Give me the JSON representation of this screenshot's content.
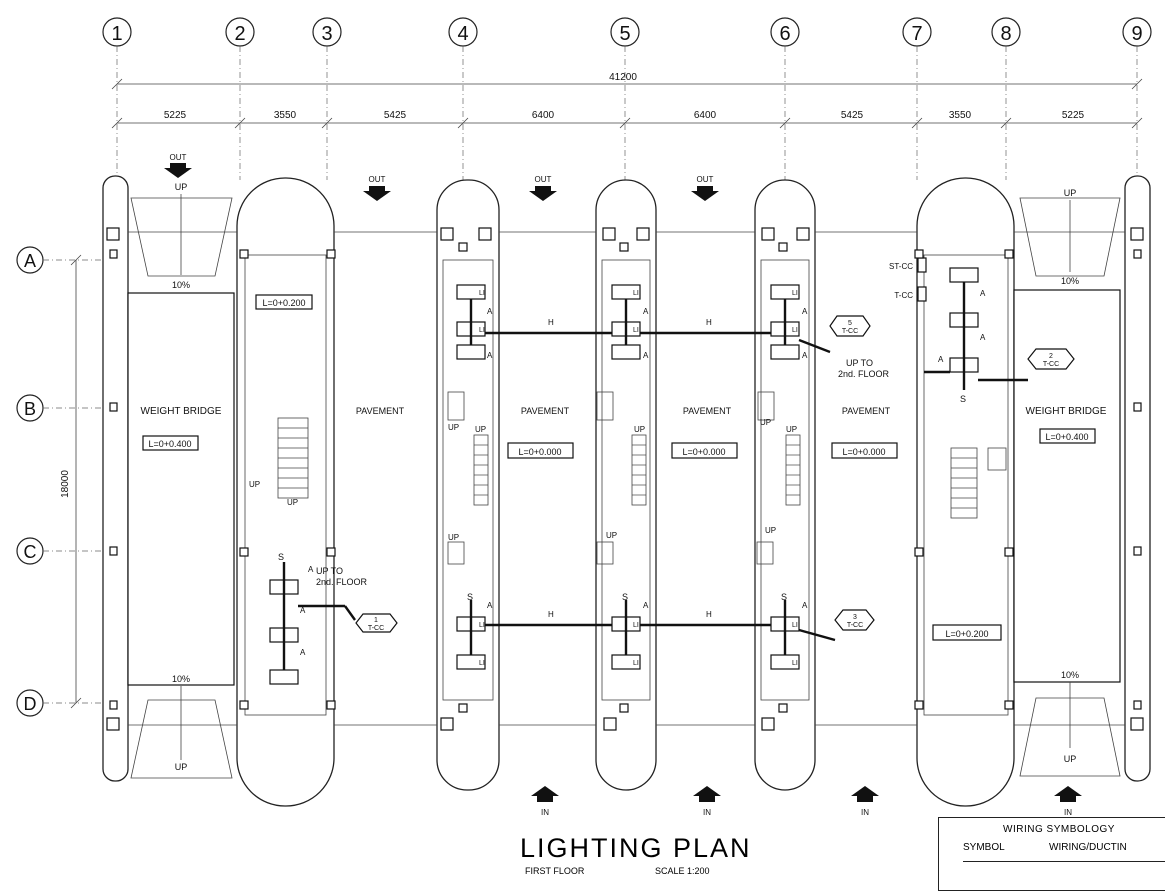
{
  "grid_columns": [
    "1",
    "2",
    "3",
    "4",
    "5",
    "6",
    "7",
    "8",
    "9"
  ],
  "grid_rows": [
    "A",
    "B",
    "C",
    "D"
  ],
  "overall_dimension": "41200",
  "bay_dimensions": [
    "5225",
    "3550",
    "5425",
    "6400",
    "6400",
    "5425",
    "3550",
    "5225"
  ],
  "vertical_dimension": "18000",
  "labels": {
    "out": "OUT",
    "in": "IN",
    "up": "UP",
    "slope": "10%",
    "weight_bridge": "WEIGHT BRIDGE",
    "pavement": "PAVEMENT",
    "up_to": "UP TO",
    "second_floor": "2nd. FLOOR",
    "st_cc": "ST-CC",
    "t_cc": "T-CC",
    "light": "LI",
    "switch": "S",
    "a": "A",
    "h": "H"
  },
  "levels": {
    "l200": "L=0+0.200",
    "l400": "L=0+0.400",
    "l000": "L=0+0.000"
  },
  "callouts": [
    {
      "num": "1",
      "ref": "T-CC"
    },
    {
      "num": "2",
      "ref": "T-CC"
    },
    {
      "num": "3",
      "ref": "T-CC"
    },
    {
      "num": "5",
      "ref": "T-CC"
    }
  ],
  "title": "LIGHTING PLAN",
  "subtitle": "FIRST FLOOR",
  "scale": "SCALE 1:200",
  "legend": {
    "title": "WIRING SYMBOLOGY",
    "col_symbol": "SYMBOL",
    "col_wiring": "WIRING/DUCTIN"
  }
}
